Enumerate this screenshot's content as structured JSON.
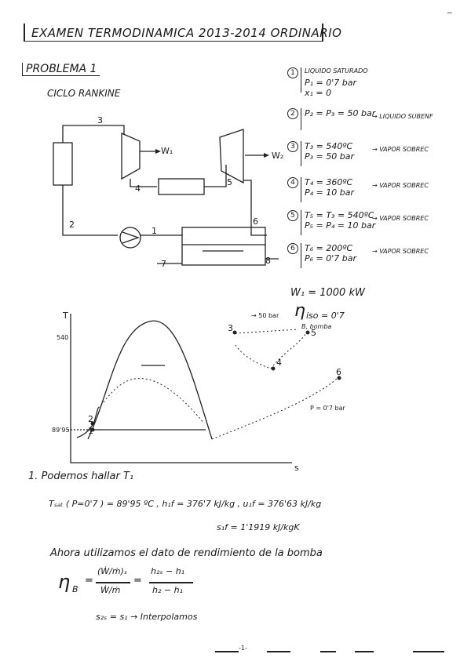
{
  "header": {
    "title": "EXAMEN TERMODINAMICA 2013-2014 ORDINARIO",
    "problem": "PROBLEMA 1",
    "subtitle": "CICLO RANKINE",
    "top_mark": "' '"
  },
  "states": [
    {
      "num": "1",
      "lines": [
        "LIQUIDO SATURADO",
        "P₁ = 0'7 bar",
        "x₁ = 0"
      ]
    },
    {
      "num": "2",
      "lines": [
        "P₂ = P₃ = 50 bar",
        "→ LIQUIDO SUBENF"
      ]
    },
    {
      "num": "3",
      "lines": [
        "T₃ = 540ºC",
        "P₃ = 50 bar",
        "→ VAPOR SOBREC"
      ]
    },
    {
      "num": "4",
      "lines": [
        "T₄ = 360ºC",
        "P₄ = 10 bar",
        "→ VAPOR SOBREC"
      ]
    },
    {
      "num": "5",
      "lines": [
        "T₅ = T₃ = 540ºC",
        "P₅ = P₄ = 10 bar",
        "→ VAPOR SOBREC"
      ]
    },
    {
      "num": "6",
      "lines": [
        "T₆ = 200ºC",
        "P₆ = 0'7 bar",
        "→ VAPOR SOBREC"
      ]
    }
  ],
  "diagram": {
    "labels": {
      "w1": "W₁",
      "w2": "W₂",
      "n3": "3",
      "n4": "4",
      "n5": "5",
      "n6": "6",
      "n1": "1",
      "n2": "2",
      "n7": "7",
      "n8": "8"
    }
  },
  "given": {
    "w1": "W₁ = 1000 kW",
    "eta": "η",
    "eta_sub": "iso = 0'7",
    "eta_sub2": "B, bomba"
  },
  "ts": {
    "t_axis": "T",
    "s_axis": "s",
    "t540": "540",
    "t8995": "89'95",
    "p50": "→ 50 bar",
    "p07": "P = 0'7 bar",
    "pts": {
      "p1": "1",
      "p2": "2",
      "p3": "3",
      "p4": "4",
      "p5": "5",
      "p6": "6"
    }
  },
  "work": {
    "line1": "1. Podemos hallar T₁",
    "line2": "Tₛₐₜ ( P=0'7 ) = 89'95 ºC   ,  h₁f = 376'7 kJ/kg  ,  u₁f = 376'63 kJ/kg",
    "line3": "s₁f = 1'1919 kJ/kgK",
    "line4": "Ahora utilizamos el dato de rendimiento de la bomba",
    "eq_lhs": "η",
    "eq_sub": "B",
    "eq_num": "(Ẇ/ṁ)ₛ",
    "eq_den": "Ẇ/ṁ",
    "eq_rnum": "h₂ₛ − h₁",
    "eq_rden": "h₂ − h₁",
    "line5": "s₂ₛ = s₁ → Interpolamos",
    "footer": "-1-"
  }
}
